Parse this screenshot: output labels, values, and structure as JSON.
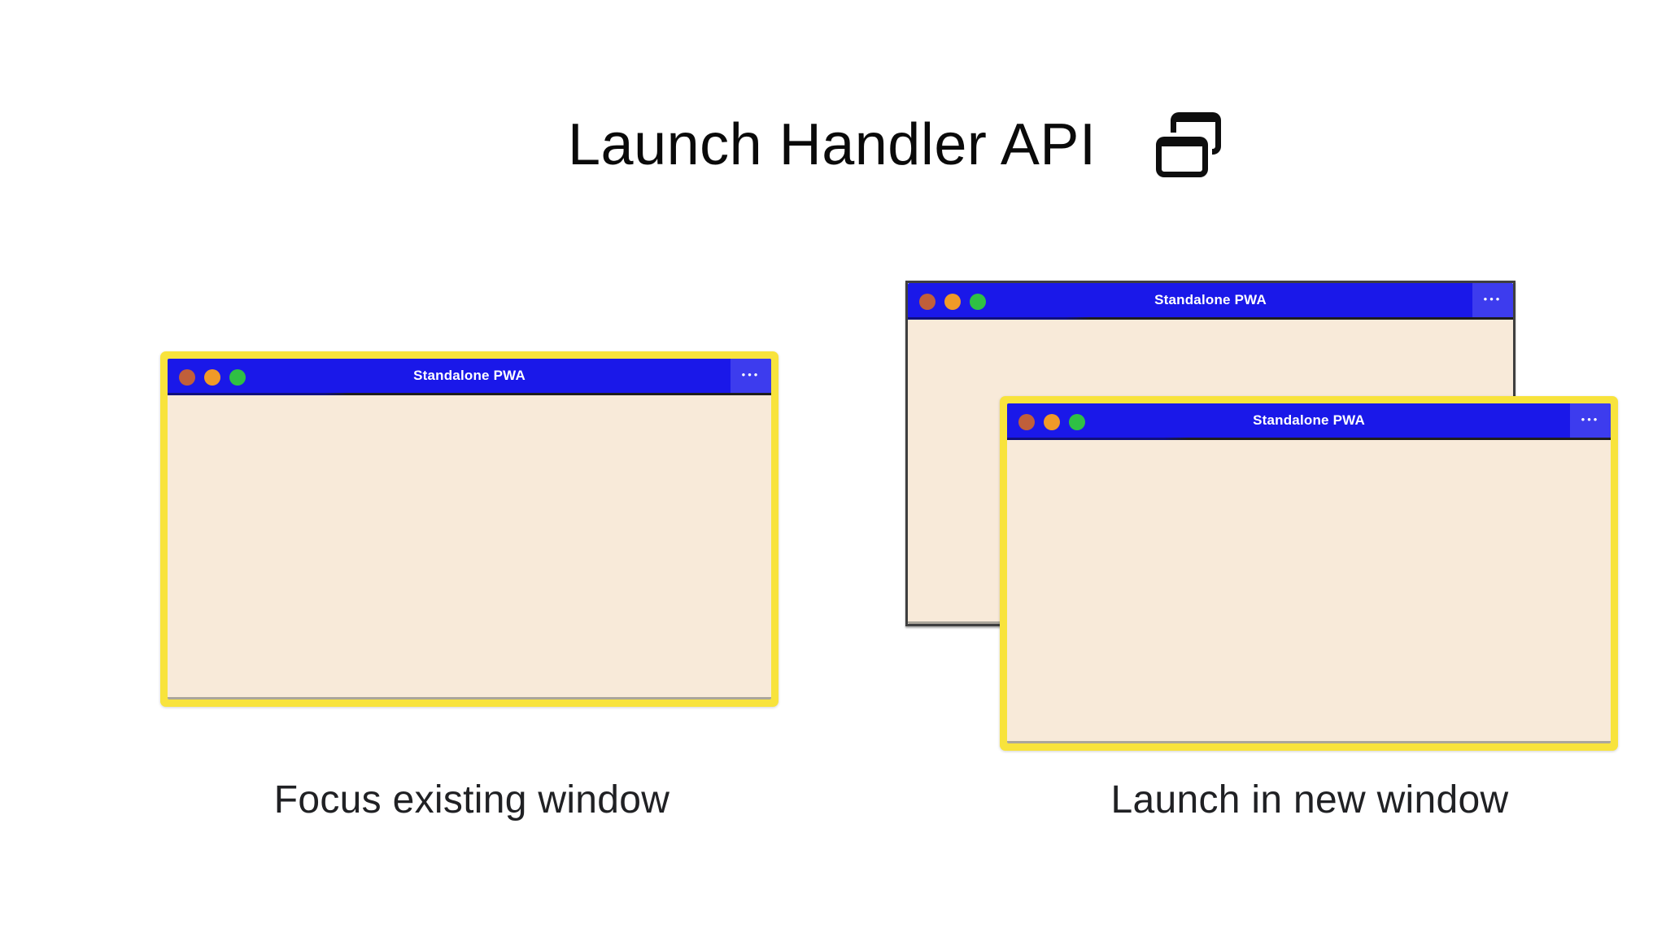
{
  "header": {
    "title": "Launch Handler API",
    "icon": "overlapping-windows-icon"
  },
  "diagram": {
    "left": {
      "caption": "Focus existing window",
      "window": {
        "title": "Standalone PWA",
        "menu": "•••"
      }
    },
    "right": {
      "caption": "Launch in new window",
      "back_window": {
        "title": "Standalone PWA",
        "menu": "•••"
      },
      "front_window": {
        "title": "Standalone PWA",
        "menu": "•••"
      }
    }
  },
  "colors": {
    "titlebar_blue": "#1a18e9",
    "menu_panel_blue": "#3d3cee",
    "window_body_cream": "#f8ead9",
    "highlight_yellow": "#f8e33c",
    "traffic_red": "#c05f3a",
    "traffic_orange": "#f09a28",
    "traffic_green": "#2fc044",
    "plain_window_border": "#3f3f3f"
  }
}
